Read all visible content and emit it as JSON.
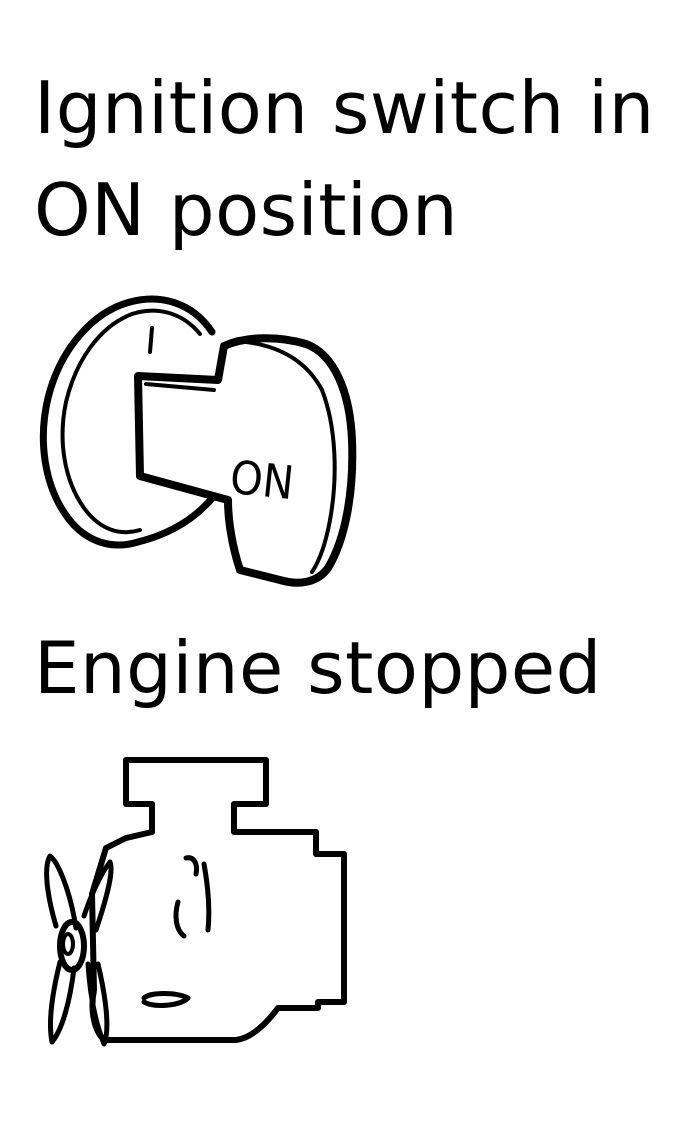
{
  "ignition": {
    "heading_line1": "Ignition switch in",
    "heading_line2": "ON position",
    "key_label": "ON",
    "icon": "ignition-key-icon"
  },
  "engine": {
    "heading": "Engine stopped",
    "icon": "engine-icon"
  },
  "colors": {
    "ink": "#000000",
    "background": "#ffffff"
  }
}
